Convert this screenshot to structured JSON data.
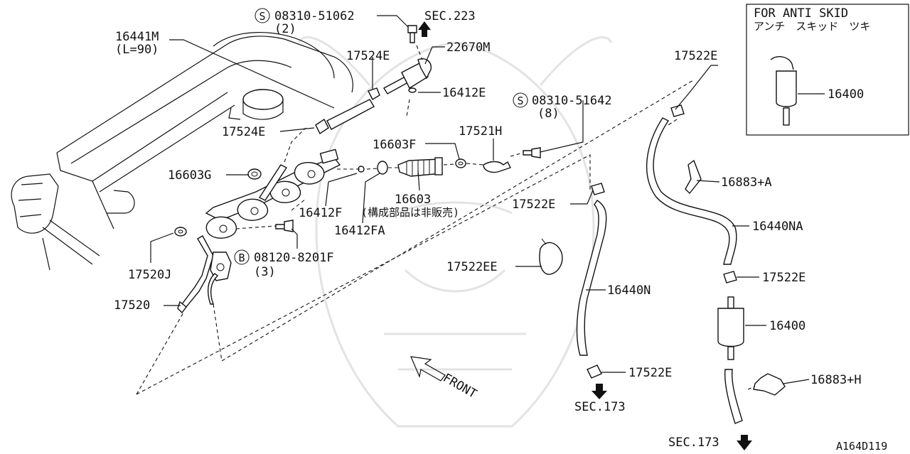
{
  "labels": {
    "p16441m": "16441M",
    "p16441m_len": "(L=90)",
    "bolt1": "08310-51062",
    "bolt1_qty": "(2)",
    "sec223": "SEC.223",
    "p22670m": "22670M",
    "p17524e_top": "17524E",
    "p16412e": "16412E",
    "bolt2": "08310-51642",
    "bolt2_qty": "(8)",
    "p17524e_mid": "17524E",
    "p16603f": "16603F",
    "p17521h": "17521H",
    "p16603g": "16603G",
    "p16603": "16603",
    "p16603_note": "(構成部品は非販売)",
    "p16412f": "16412F",
    "p16412fa": "16412FA",
    "p17522e_mid": "17522E",
    "p17520j": "17520J",
    "bolt3": "08120-8201F",
    "bolt3_qty": "(3)",
    "p17520": "17520",
    "p17522ee": "17522EE",
    "p16440n": "16440N",
    "p17522e_low": "17522E",
    "sec173_mid": "SEC.173",
    "front": "FRONT",
    "p17522e_top": "17522E",
    "p16883a": "16883+A",
    "p16440na": "16440NA",
    "p17522e_right": "17522E",
    "p16400_right": "16400",
    "p16883h": "16883+H",
    "sec173_right": "SEC.173",
    "diagram_code": "A164D119"
  },
  "inset": {
    "title": "FOR ANTI SKID",
    "subtitle": "アンチ　スキッド　ツキ",
    "part": "16400"
  },
  "symbols": {
    "s": "S",
    "b": "B"
  },
  "colors": {
    "ink": "#111111",
    "watermark": "#e3e3e3"
  }
}
